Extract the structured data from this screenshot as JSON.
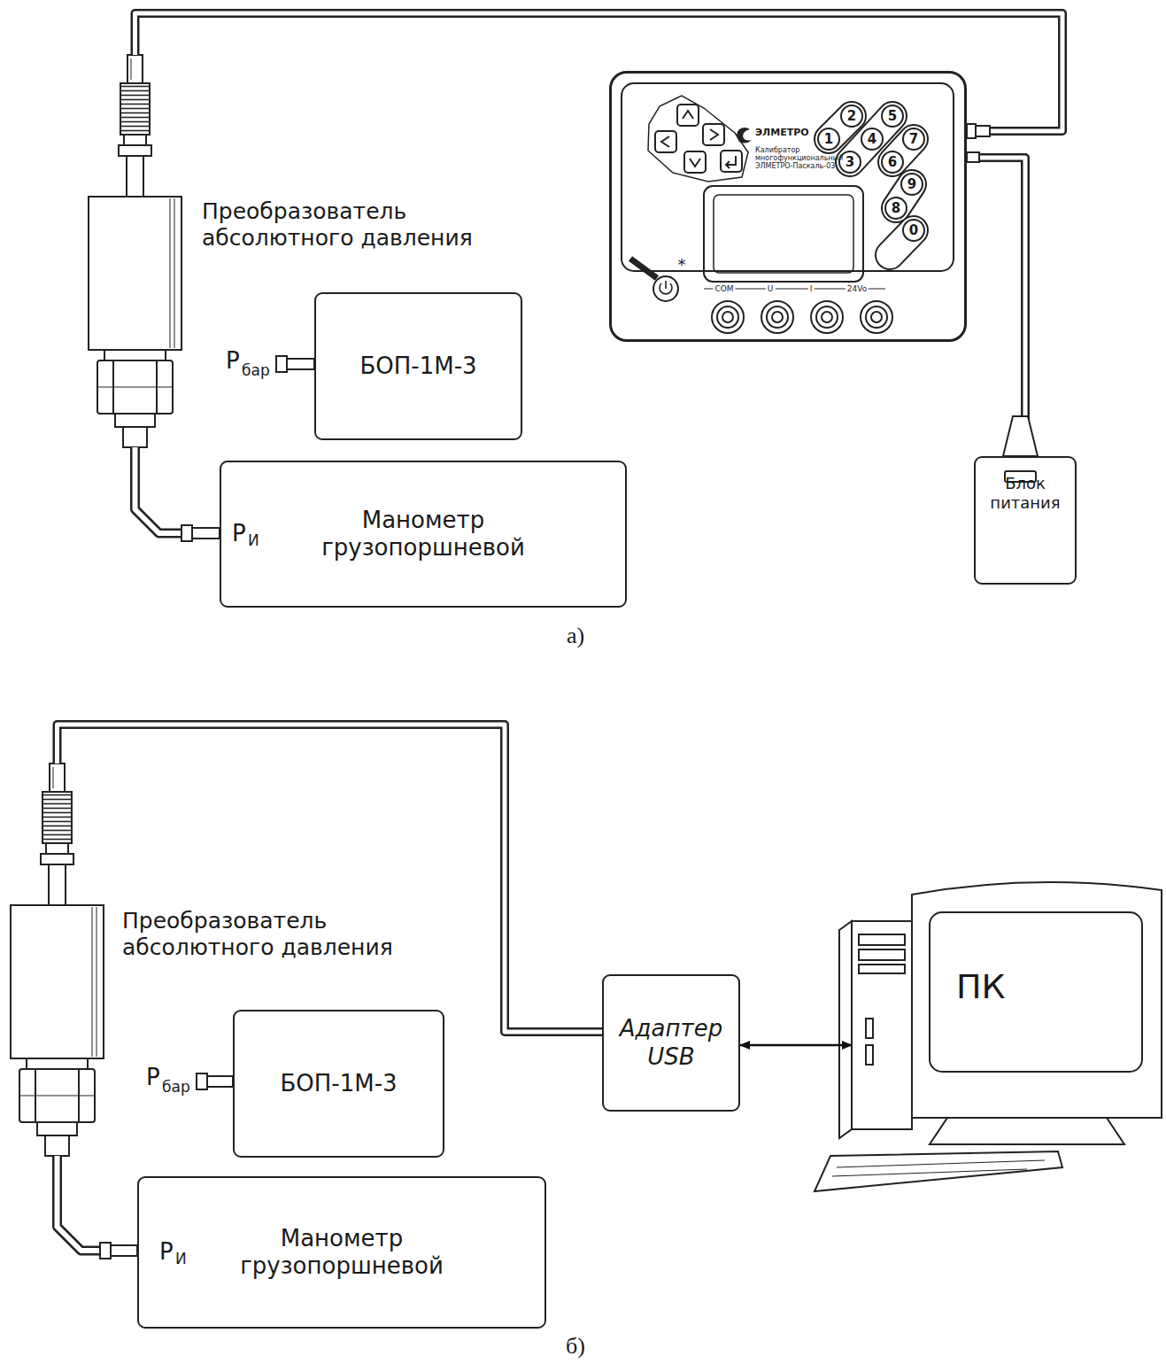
{
  "diagram": {
    "nodes": [
      {
        "text": [
          "Преобразователь абсолютного давления"
        ]
      },
      {
        "text": [
          "БОП-1М-3"
        ]
      },
      {
        "text": [
          "Манометр грузопоршневой"
        ]
      },
      {
        "text": [
          "ЭЛМЕТРО",
          "Калибратор многофункциональный ЭЛМЕТРО-Паскаль-03"
        ]
      },
      {
        "text": [
          "Блок питания"
        ]
      },
      {
        "text": [
          "Преобразователь абсолютного давления"
        ]
      },
      {
        "text": [
          "БОП-1М-3"
        ]
      },
      {
        "text": [
          "Манометр грузопоршневой"
        ]
      },
      {
        "text": [
          "Адаптер USB"
        ]
      },
      {
        "text": [
          "ПК"
        ]
      }
    ],
    "edges": [
      {
        "from": 0,
        "to": 3,
        "arrow": "none"
      },
      {
        "from": 3,
        "to": 4,
        "arrow": "none"
      },
      {
        "from": 0,
        "to": 2,
        "arrow": "none"
      },
      {
        "from": 5,
        "to": 8,
        "arrow": "none"
      },
      {
        "from": 5,
        "to": 7,
        "arrow": "none"
      },
      {
        "from": 8,
        "to": 9,
        "arrow": "both"
      }
    ],
    "labels": [
      "Р",
      "бар",
      "Р",
      "И",
      "1",
      "2",
      "3",
      "4",
      "5",
      "6",
      "7",
      "8",
      "9",
      "0",
      "*",
      "COM",
      "U",
      "I",
      "24Vo",
      "а)",
      "Р",
      "бар",
      "Р",
      "И",
      "б)"
    ]
  }
}
